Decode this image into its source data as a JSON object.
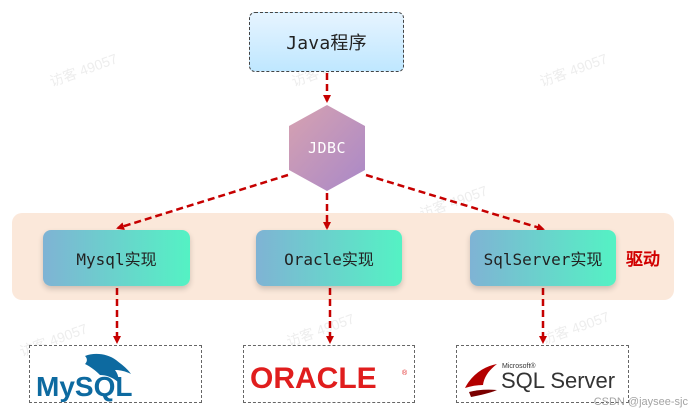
{
  "diagram": {
    "top_node": "Java程序",
    "middle_node": "JDBC",
    "implementations": [
      "Mysql实现",
      "Oracle实现",
      "SqlServer实现"
    ],
    "driver_label": "驱动",
    "logos": {
      "mysql": "MySQL",
      "oracle": "ORACLE",
      "sqlserver_small": "Microsoft®",
      "sqlserver": "SQL Server"
    },
    "watermark": "访客 49057",
    "credit": "CSDN @jaysee-sjc"
  },
  "colors": {
    "arrow": "#c60000",
    "driver_label": "#d10000",
    "band": "#fbe8da",
    "top_box_gradient": [
      "#e6f4ff",
      "#bfe7ff"
    ],
    "hex_gradient": [
      "#d7a2b0",
      "#a988c8"
    ],
    "impl_gradient": [
      "#7fb3d4",
      "#54f2c4"
    ],
    "mysql_blue": "#0d6aa0",
    "mysql_orange": "#f09523",
    "oracle_red": "#e01d1d"
  }
}
